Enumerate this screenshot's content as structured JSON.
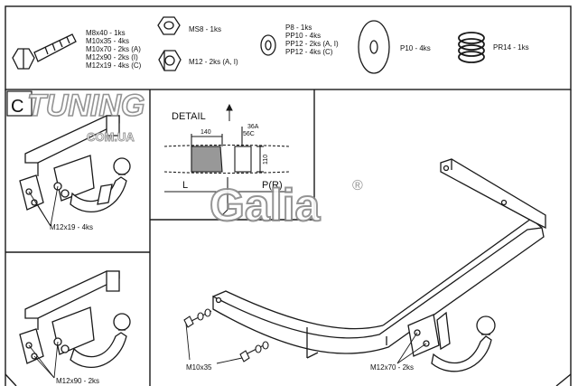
{
  "parts": {
    "bolt_lines": [
      "M8x40 - 1ks",
      "M10x35 - 4ks",
      "M10x70 - 2ks (A)",
      "M12x90 - 2ks (I)",
      "M12x19 - 4ks (C)"
    ],
    "nut_m8": "MS8 - 1ks",
    "nut_m12": "M12 - 2ks (A, I)",
    "washer_lines": [
      "P8 - 1ks",
      "PP10 - 4ks",
      "PP12 - 2ks (A, I)",
      "PP12 - 4ks (C)"
    ],
    "washer_p10": "P10 - 4ks",
    "spring": "PR14 - 1ks"
  },
  "variant_c": {
    "letter": "C",
    "bolt_label": "M12x19 - 4ks"
  },
  "variant_i": {
    "bolt_label": "M12x90 - 2ks"
  },
  "detail": {
    "title": "DETAIL",
    "dim_width": "140",
    "dim_height": "110",
    "code_a": "36A",
    "code_c": "56C",
    "left_mark": "L",
    "right_mark": "P(R)"
  },
  "main": {
    "bolt_left": "M10x35",
    "bolt_right": "M12x70 - 2ks"
  },
  "watermarks": {
    "tuning": "TUNING",
    "tuning_domain": "COM.UA",
    "brand": "Galia",
    "registered": "®"
  },
  "colors": {
    "line": "#1a1a1a",
    "watermark_fill": "#ffffff",
    "watermark_stroke": "#8a8a8a"
  }
}
